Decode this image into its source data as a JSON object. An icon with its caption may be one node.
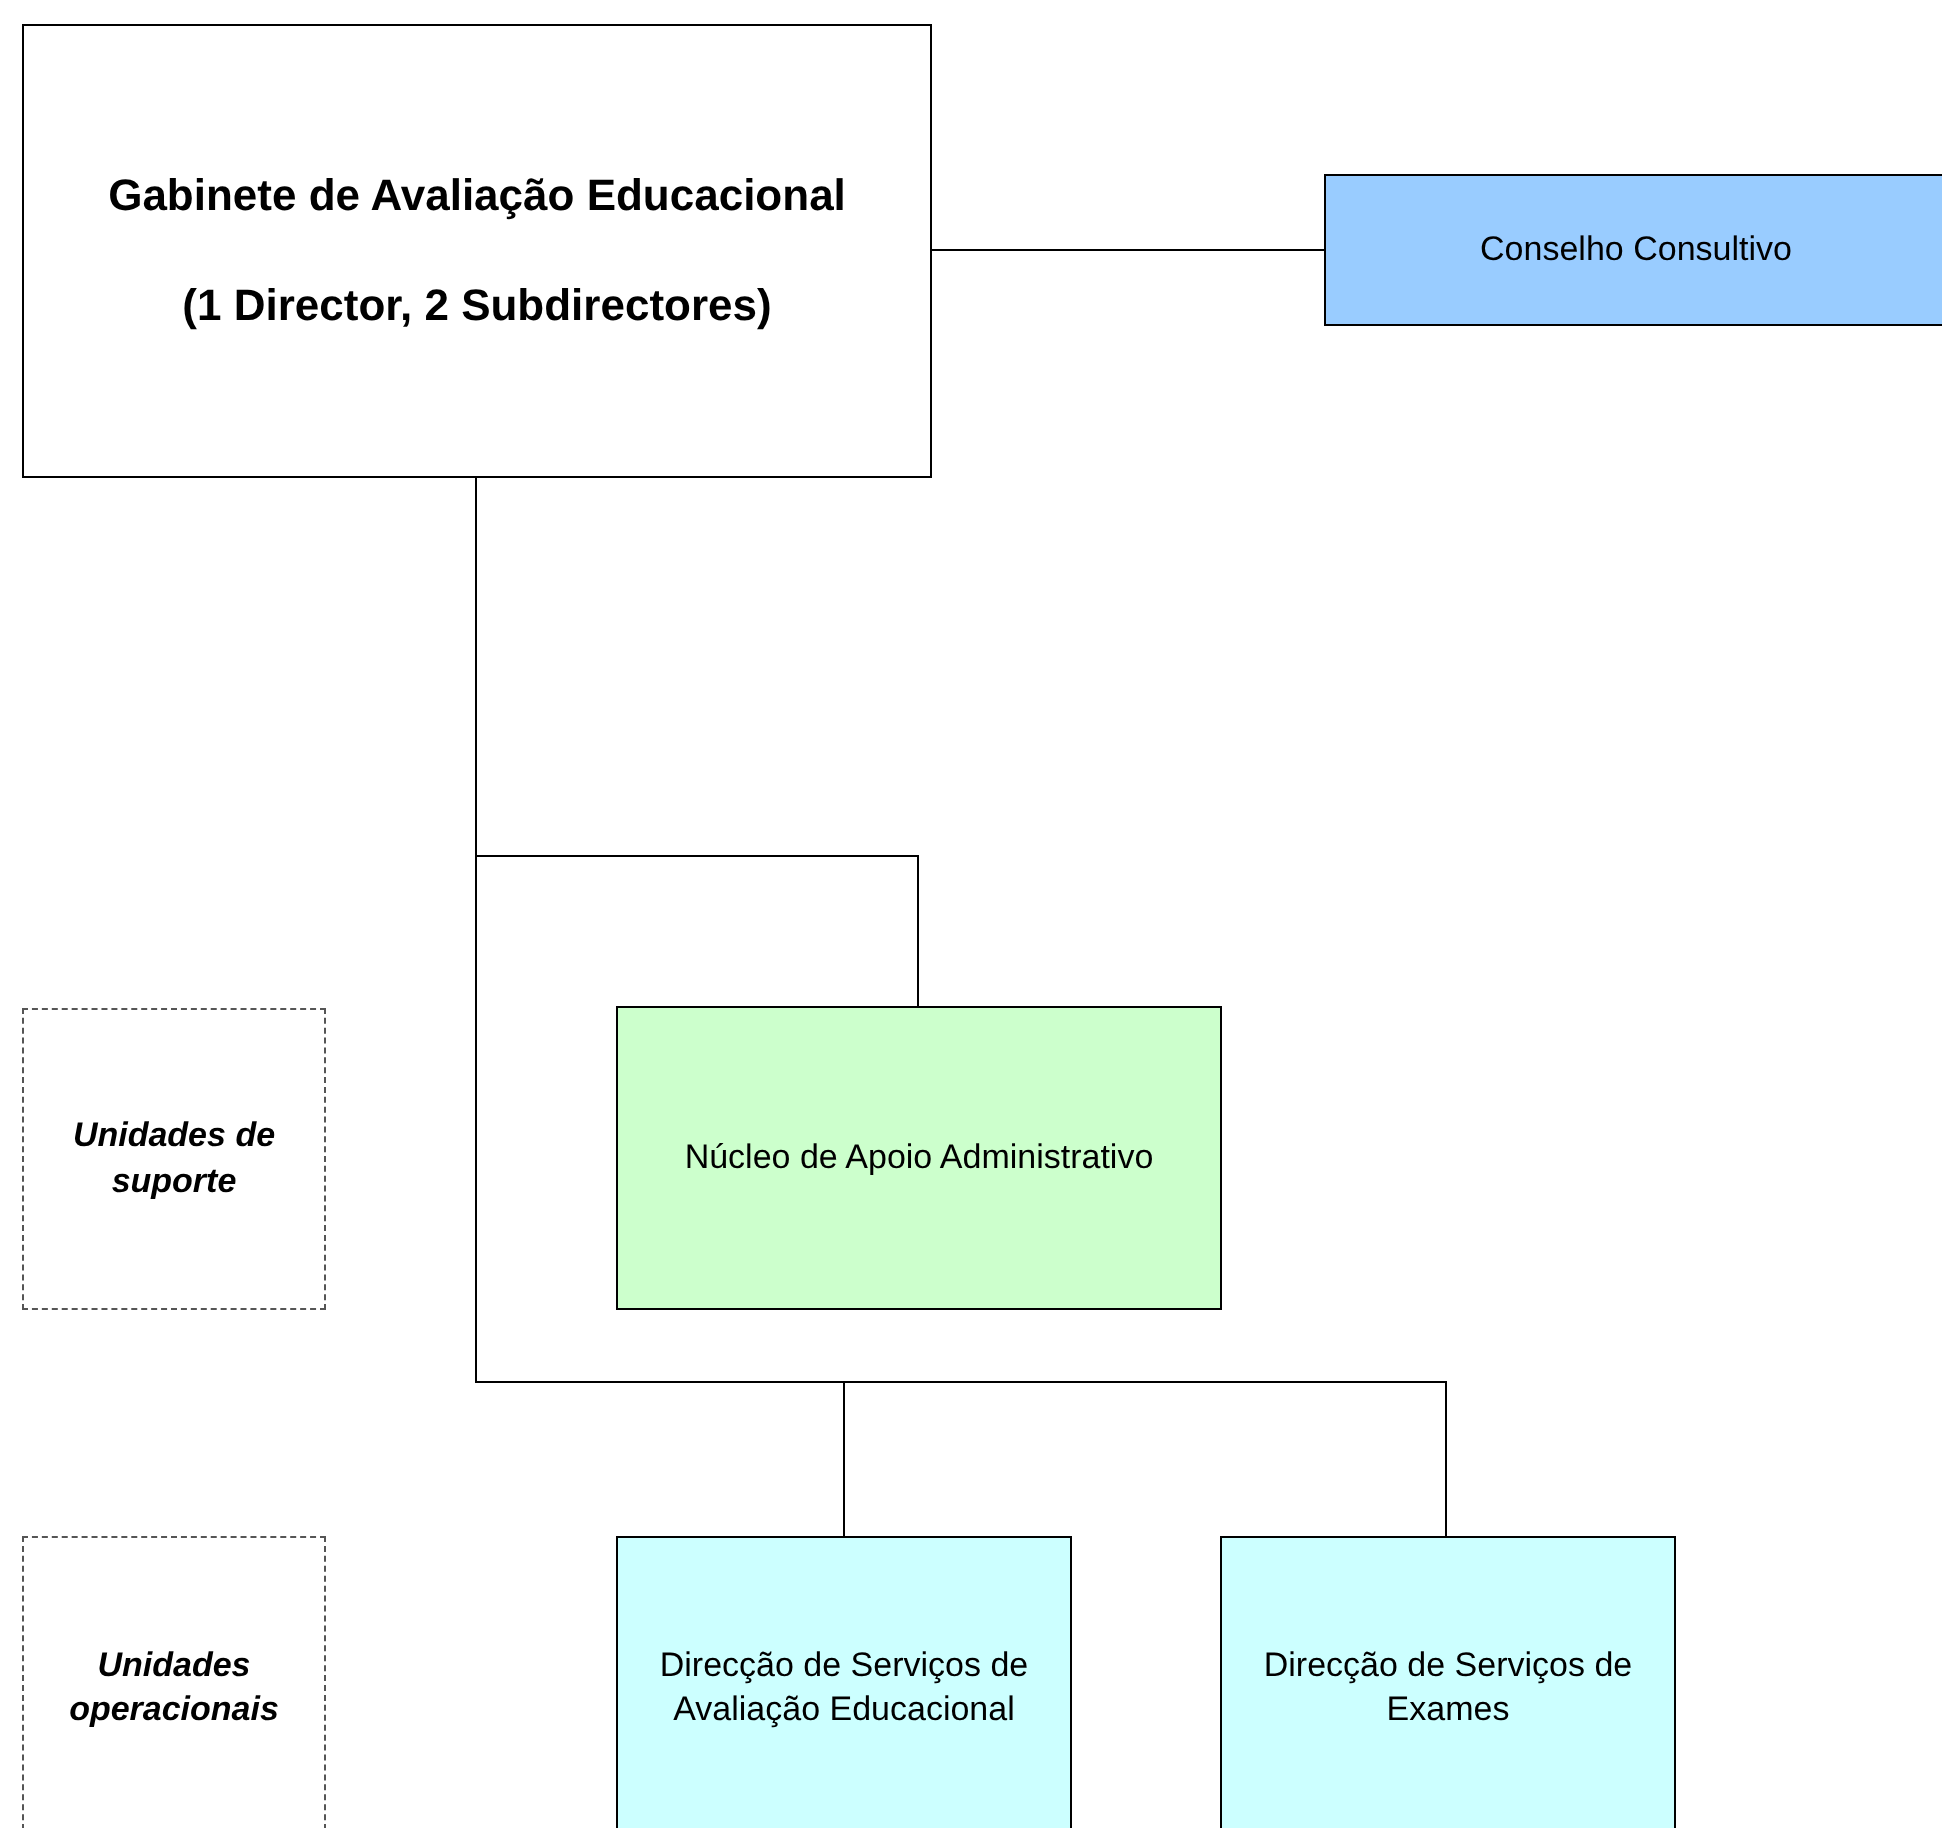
{
  "diagram": {
    "nodes": [
      {
        "text": [
          "Gabinete de Avaliação Educacional",
          "(1 Director, 2 Subdirectores)"
        ]
      },
      {
        "text": [
          "Conselho Consultivo"
        ]
      },
      {
        "text": [
          "Unidades de suporte"
        ]
      },
      {
        "text": [
          "Núcleo de Apoio Administrativo"
        ]
      },
      {
        "text": [
          "Unidades operacionais"
        ]
      },
      {
        "text": [
          "Direcção de Serviços de Avaliação Educacional"
        ]
      },
      {
        "text": [
          "Direcção de Serviços de Exames"
        ]
      }
    ],
    "edges": [
      {
        "from": 0,
        "to": 1,
        "arrow": "none"
      },
      {
        "from": 0,
        "to": 3,
        "arrow": "none"
      },
      {
        "from": 0,
        "to": 5,
        "arrow": "none"
      },
      {
        "from": 0,
        "to": 6,
        "arrow": "none"
      }
    ]
  }
}
